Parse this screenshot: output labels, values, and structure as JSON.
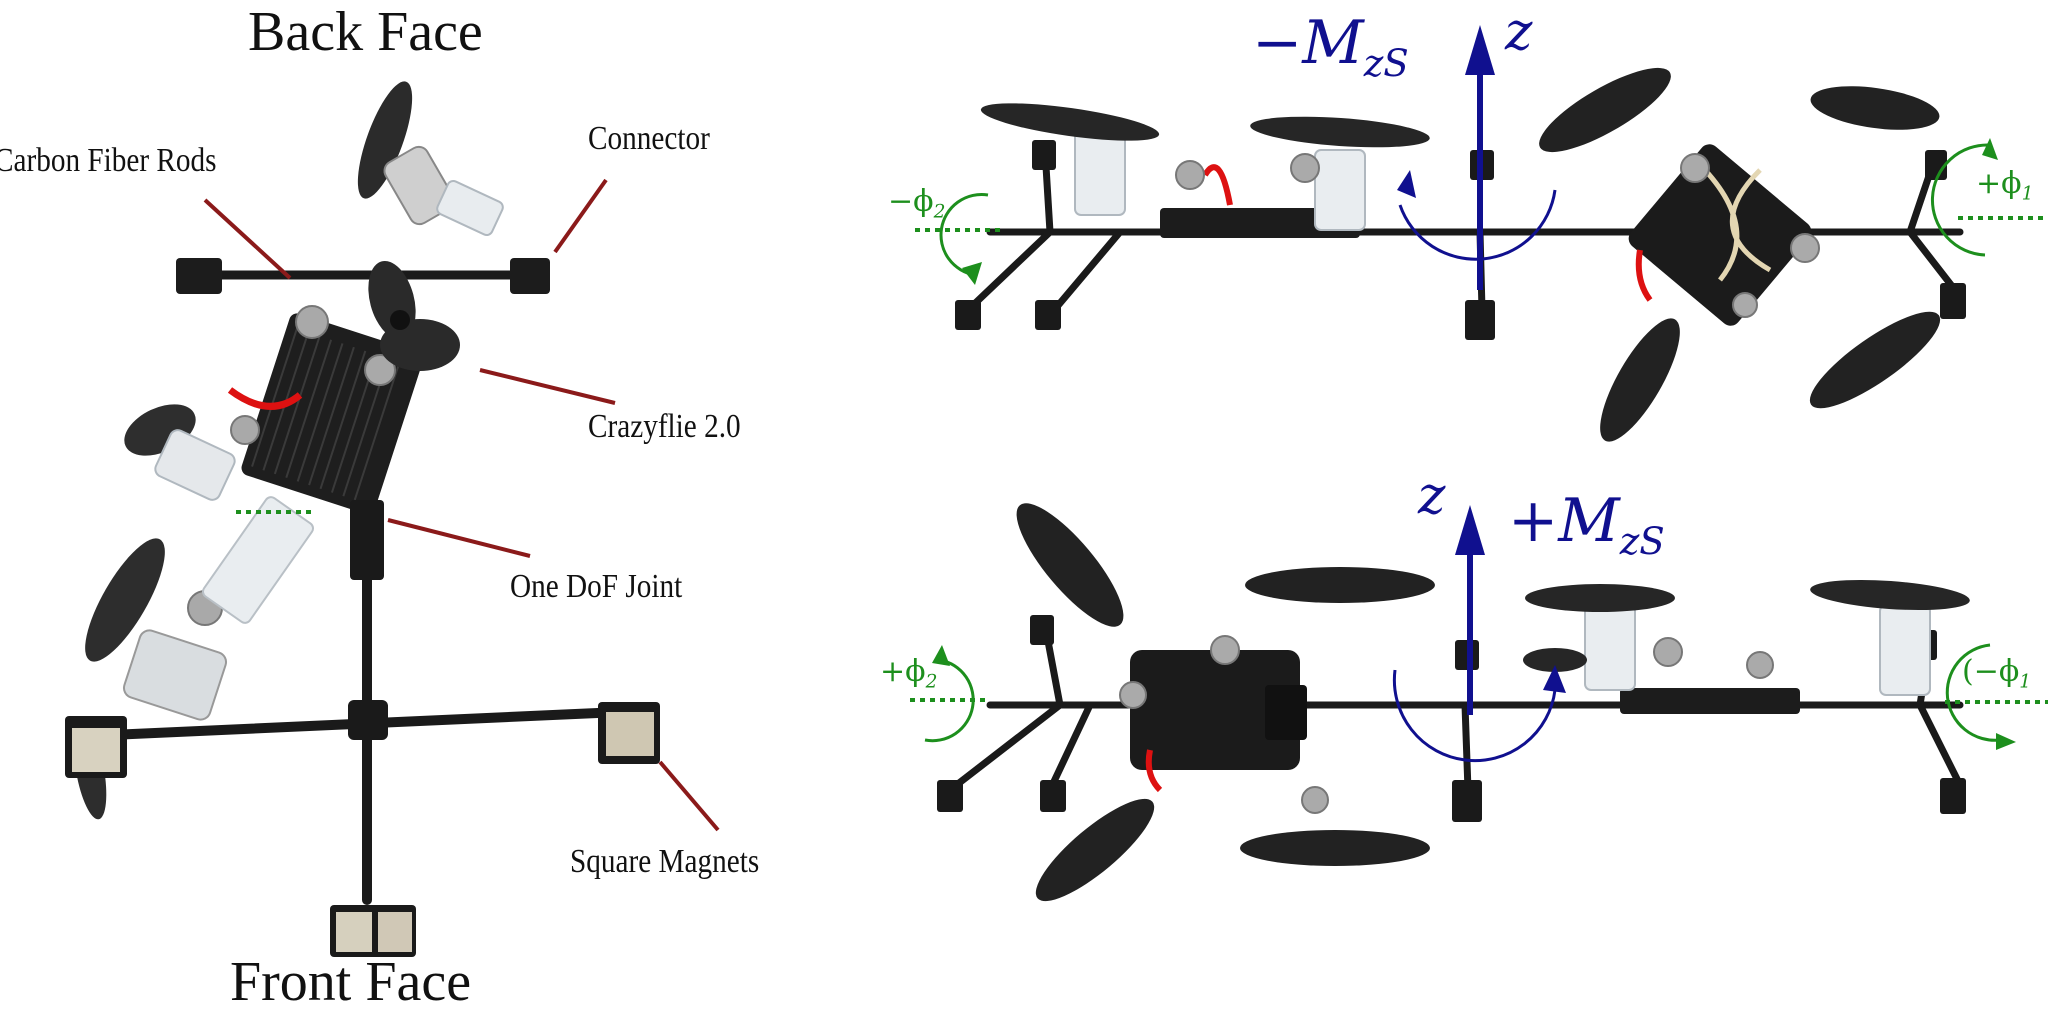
{
  "left_panel": {
    "back_face": "Back Face",
    "front_face": "Front Face",
    "labels": {
      "carbon_fiber_rods": "Carbon Fiber Rods",
      "connector": "Connector",
      "crazyflie": "Crazyflie 2.0",
      "one_dof_joint": "One DoF Joint",
      "square_magnets": "Square Magnets"
    }
  },
  "top_right": {
    "moment_sign": "−M",
    "moment_sub": "zS",
    "axis": "z",
    "phi_left_sign": "−ϕ",
    "phi_left_sub": "2",
    "phi_right_sign": "+ϕ",
    "phi_right_sub": "1"
  },
  "bottom_right": {
    "moment_sign": "+M",
    "moment_sub": "zS",
    "axis": "z",
    "phi_left_sign": "+ϕ",
    "phi_left_sub": "2",
    "phi_right_sign": "(−ϕ",
    "phi_right_sub": "1"
  },
  "colors": {
    "leader_line": "#8b1a1a",
    "axis_blue": "#10108f",
    "rotation_green": "#1d8f1d",
    "frame": "#1a1a1a"
  }
}
